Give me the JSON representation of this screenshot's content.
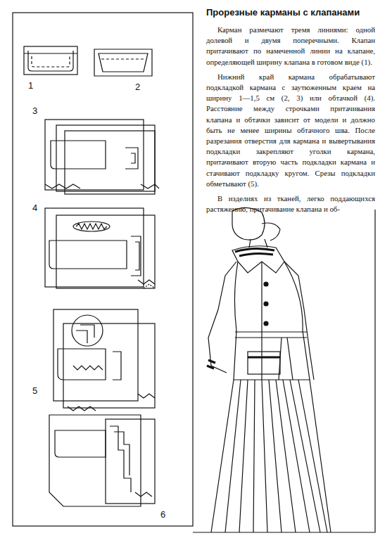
{
  "diagram": {
    "title": "Прорезные карманы с клапанами",
    "labels": [
      "Карман размечают тремя линиями: одной долевой и двумя поперечными. Клапан притачивают по намеченной линии на клапане, определяющей ширину клапана в готовом виде (1).",
      "Нижний край кармана обрабатывают подкладкой кармана с заутюженным краем на ширину 1—1,5 см (2, 3) или обтачкой (4). Расстояние между строчками притачивания клапана и обтачки зависит от модели и должно быть не менее ширины обтачного шва. После разрезания отверстия для кармана и вывертывания подкладки закрепляют уголки кармана, притачивают вторую часть подкладки кармана и стачивают подкладку кругом. Срезы подкладки обметывают (5).",
      "В изделиях из тканей, легко поддающихся растяжению, притачивание клапана и об-",
      "1",
      "2",
      "3",
      "4",
      "5",
      "6"
    ]
  }
}
